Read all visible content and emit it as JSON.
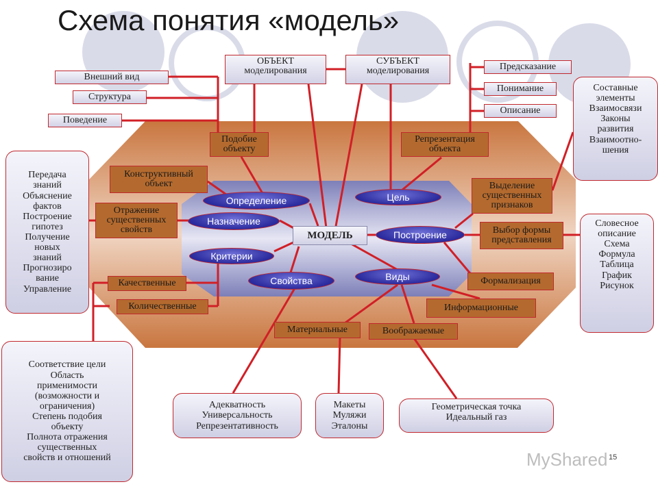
{
  "title": "Схема понятия «модель»",
  "center": "МОДЕЛЬ",
  "top_boxes": {
    "object": "ОБЪЕКТ\nмоделирования",
    "subject": "СУБЪЕКТ\nмоделирования"
  },
  "left_small": [
    "Внешний вид",
    "Структура",
    "Поведение"
  ],
  "right_small": [
    "Предсказание",
    "Понимание",
    "Описание"
  ],
  "brown": {
    "similarity": "Подобие\nобъекту",
    "representation": "Репрезентация\nобъекта",
    "constructive": "Конструктивный\nобъект",
    "reflection": "Отражение\nсущественных\nсвойств",
    "qualitative": "Качественные",
    "quantitative": "Количественные",
    "selection": "Выделение\nсущественных\nпризнаков",
    "form_choice": "Выбор формы\nпредставления",
    "formalization": "Формализация",
    "informational": "Информационные",
    "material": "Материальные",
    "imaginary": "Воображаемые"
  },
  "ovals": {
    "definition": "Определение",
    "purpose": "Назначение",
    "criteria": "Критерии",
    "properties": "Свойства",
    "goal": "Цель",
    "construction": "Построение",
    "types": "Виды"
  },
  "panels": {
    "left_uses": "Передача\nзнаний\nОбъяснение\nфактов\nПостроение\nгипотез\nПолучение\nновых\nзнаний\nПрогнозиро\nвание\nУправление",
    "criteria_list": "Соответствие цели\nОбласть\nприменимости\n(возможности и\nограничения)\nСтепень подобия\nобъекту\nПолнота отражения\nсущественных\nсвойств и отношений",
    "components": "Составные\nэлементы\nВзаимосвязи\nЗаконы\nразвития\nВзаимоотно-\nшения",
    "forms": "Словесное\nописание\nСхема\nФормула\nТаблица\nГрафик\nРисунок",
    "properties_list": "Адекватность\nУниверсальность\nРепрезентативность",
    "material_list": "Макеты\nМуляжи\nЭталоны",
    "imaginary_list": "Геометрическая точка\nИдеальный газ"
  },
  "page_number": "15",
  "watermark": "MyShared"
}
